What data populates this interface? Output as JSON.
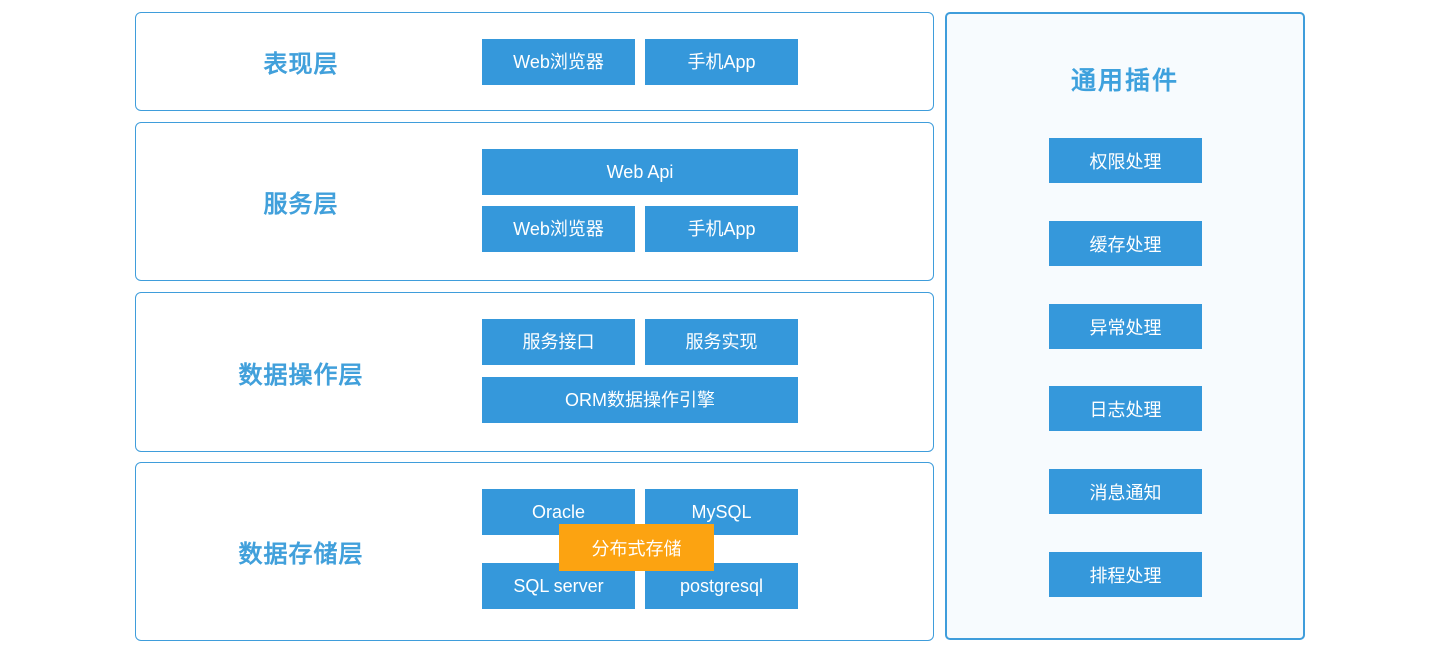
{
  "layers": [
    {
      "label": "表现层",
      "buttons": [
        "Web浏览器",
        "手机App"
      ]
    },
    {
      "label": "服务层",
      "wide_button": "Web Api",
      "buttons": [
        "Web浏览器",
        "手机App"
      ]
    },
    {
      "label": "数据操作层",
      "buttons": [
        "服务接口",
        "服务实现"
      ],
      "wide_button": "ORM数据操作引擎"
    },
    {
      "label": "数据存储层",
      "row1": [
        "Oracle",
        "MySQL"
      ],
      "row2": [
        "SQL server",
        "postgresql"
      ],
      "overlay_button": "分布式存储"
    }
  ],
  "plugin_panel": {
    "title": "通用插件",
    "items": [
      "权限处理",
      "缓存处理",
      "异常处理",
      "日志处理",
      "消息通知",
      "排程处理"
    ]
  },
  "colors": {
    "box_blue": "#3598db",
    "overlay_orange": "#fca311",
    "label_blue": "#41a0db",
    "border_blue": "#3f9ddb",
    "panel_background": "#f7fbfe"
  }
}
